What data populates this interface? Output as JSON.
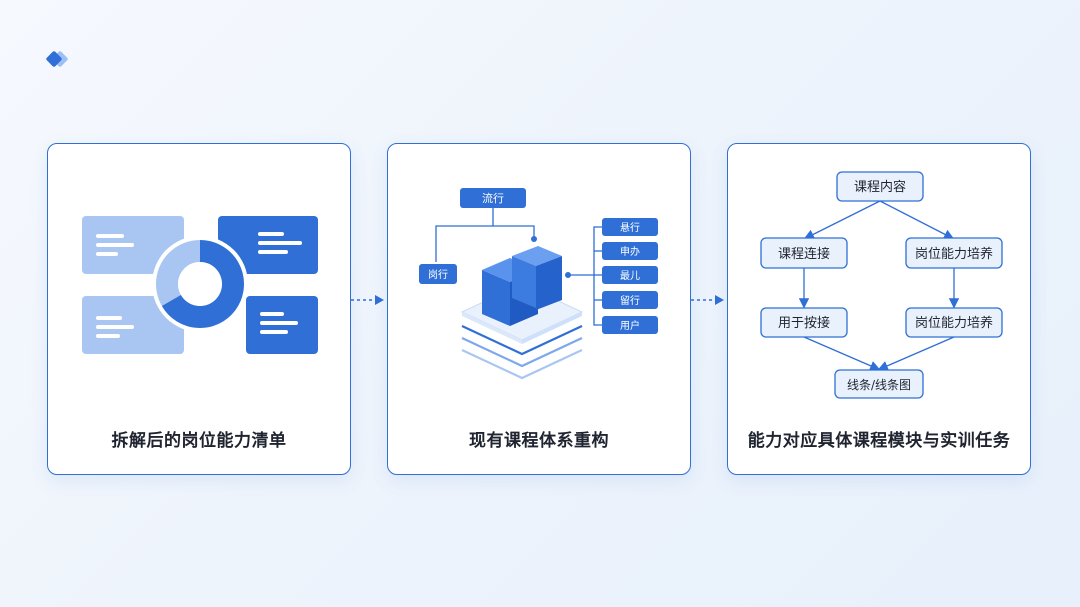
{
  "panels": [
    {
      "caption": "拆解后的岗位能力清单"
    },
    {
      "caption": "现有课程体系重构",
      "top_node": "流行",
      "left_node": "岗行",
      "side_items": [
        "悬行",
        "申办",
        "最儿",
        "留行",
        "用户"
      ]
    },
    {
      "caption": "能力对应具体课程模块与实训任务",
      "nodes": {
        "top": "课程内容",
        "mid_left": "课程连接",
        "mid_right": "岗位能力培养",
        "low_left": "用于按接",
        "low_right": "岗位能力培养",
        "bottom": "线条/线条图"
      }
    }
  ],
  "colors": {
    "accent": "#2f6fd6",
    "accent_light": "#a9c6f3",
    "node_fill": "#e9f1fd"
  }
}
